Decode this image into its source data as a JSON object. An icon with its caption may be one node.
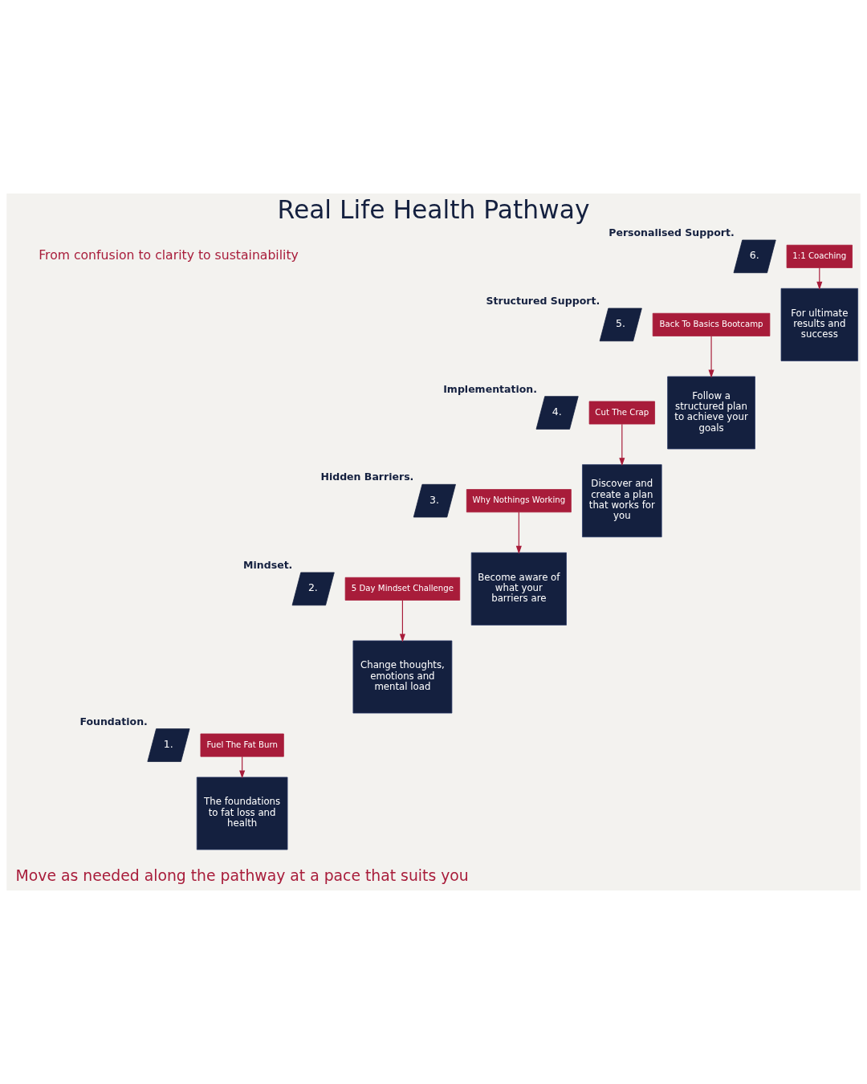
{
  "diagram": {
    "title": "Real Life Health Pathway",
    "nodes": [
      {
        "text": [
          "1."
        ],
        "beside": [
          "Foundation."
        ]
      },
      {
        "text": [
          "Fuel The Fat Burn"
        ]
      },
      {
        "text": [
          "The foundations to fat loss and health"
        ]
      },
      {
        "text": [
          "2."
        ],
        "beside": [
          "Mindset."
        ]
      },
      {
        "text": [
          "5 Day Mindset Challenge"
        ]
      },
      {
        "text": [
          "Change thoughts, emotions and mental load"
        ]
      },
      {
        "text": [
          "3."
        ],
        "beside": [
          "Hidden Barriers."
        ]
      },
      {
        "text": [
          "Why Nothings Working"
        ]
      },
      {
        "text": [
          "Become aware of what your barriers are"
        ]
      },
      {
        "text": [
          "4."
        ],
        "beside": [
          "Implementation."
        ]
      },
      {
        "text": [
          "Cut The Crap"
        ]
      },
      {
        "text": [
          "Discover and create a plan that works for you"
        ]
      },
      {
        "text": [
          "5."
        ],
        "beside": [
          "Structured Support."
        ]
      },
      {
        "text": [
          "Back To Basics Bootcamp"
        ]
      },
      {
        "text": [
          "Follow a structured plan to achieve your goals"
        ]
      },
      {
        "text": [
          "6."
        ],
        "beside": [
          "Personalised Support."
        ]
      },
      {
        "text": [
          "1:1 Coaching"
        ]
      },
      {
        "text": [
          "For ultimate results and success"
        ]
      }
    ],
    "edges": [
      {
        "from": 1,
        "to": 2,
        "arrow": "to"
      },
      {
        "from": 4,
        "to": 5,
        "arrow": "to"
      },
      {
        "from": 7,
        "to": 8,
        "arrow": "to"
      },
      {
        "from": 10,
        "to": 11,
        "arrow": "to"
      },
      {
        "from": 13,
        "to": 14,
        "arrow": "to"
      },
      {
        "from": 16,
        "to": 17,
        "arrow": "to"
      }
    ],
    "labels": [
      "From confusion to clarity to sustainability",
      "Move as needed along the pathway at a pace that suits you"
    ]
  }
}
